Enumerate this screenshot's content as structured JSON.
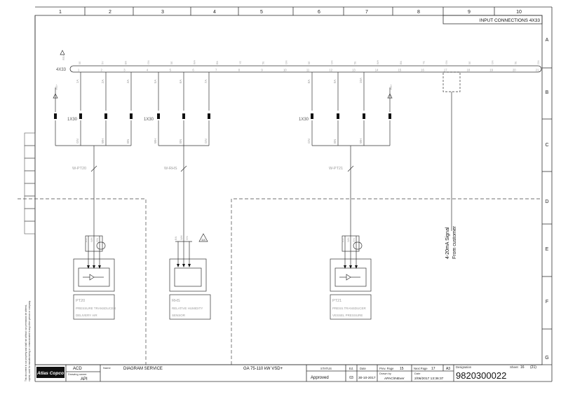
{
  "grid": {
    "columns": [
      "1",
      "2",
      "3",
      "4",
      "5",
      "6",
      "7",
      "8",
      "9",
      "10"
    ],
    "rows": [
      "A",
      "B",
      "C",
      "D",
      "E",
      "F",
      "G"
    ]
  },
  "header": {
    "title": "INPUT CONNECTIONS 4X33"
  },
  "terminal_strip": {
    "label": "4X33",
    "side_label": "RS+",
    "terminals": [
      "1",
      "2",
      "3",
      "4",
      "5",
      "6",
      "7",
      "8",
      "9",
      "10",
      "11",
      "12",
      "13",
      "14",
      "15",
      "16",
      "17",
      "18",
      "19",
      "20",
      "21"
    ],
    "wire_refs": [
      "5E",
      "5V",
      "BN",
      "GN",
      "5E",
      "WH",
      "BN",
      "YE",
      "5E",
      "GN",
      "5E",
      "GN",
      "5E",
      "WH",
      "BN",
      "YE",
      "GN",
      "5E",
      "GN",
      "5E",
      "GN"
    ]
  },
  "connectors": {
    "x30_1": "1X30",
    "x30_2": "1X30",
    "x30_3": "1X30",
    "left_ground": "RS+",
    "right_ground": "RS+"
  },
  "wire_tags": {
    "pt20_top": [
      "1A",
      "2A",
      "3A"
    ],
    "rhs_top": [
      "5A",
      "6A",
      "7A"
    ],
    "pt21_top": [
      "8A",
      "9A",
      "10A"
    ],
    "pins": [
      "GN",
      "WH",
      "BN"
    ]
  },
  "cables": {
    "pt20": "W-PT20",
    "rhs": "W-RHS",
    "pt21": "W-PT21"
  },
  "devices": [
    {
      "tag": "PT20",
      "description": "PRESSURE TRANSDUCER",
      "location": "DELIVERY AIR",
      "pins": [
        "BN",
        "WH",
        "GN"
      ]
    },
    {
      "tag": "RHS",
      "description": "RELATIVE HUMIDITY",
      "location": "SENSOR",
      "pins": [
        "BN",
        "WH",
        "GN"
      ],
      "note": "D3"
    },
    {
      "tag": "PT21",
      "description": "PRESS.TRANSDUCER",
      "location": "VESSEL PRESSURE",
      "pins": [
        "BN",
        "WH",
        "GN"
      ]
    }
  ],
  "signal_note": {
    "line1": "4-20mA Signal",
    "line2": "From customer"
  },
  "side_note": {
    "line1": "This document is our property and shall not without our permission be altered,",
    "line2": "copied, used for manufacturing or communicated to any other person or company."
  },
  "title_block": {
    "brand": "Atlas Copco",
    "company": "ACD",
    "drawing_owner_label": "Drawing owner",
    "drawing_owner": "API",
    "name_label": "Name",
    "name": "DIAGRAM SERVICE",
    "product": "GA 75-110 kW VSD+",
    "status_label": "STATUS",
    "status": "Approved",
    "ed_label": "Ed.",
    "edition": "03",
    "date_label": "Date",
    "date": "30-10-2017",
    "prev_page_label": "Prev. Page",
    "prev_page": "15",
    "next_page_label": "Next Page",
    "next_page": "17",
    "format": "A3",
    "drawn_by_label": "Drawn by",
    "drawn_by": "APAC\\INEver",
    "print_date_label": "Date",
    "print_date": "2/06/2017 13:36:37",
    "designation_label": "Designation",
    "designation": "9820300022",
    "sheet_label": "Sheet",
    "sheet": "16",
    "sheet_total": "(21)"
  }
}
